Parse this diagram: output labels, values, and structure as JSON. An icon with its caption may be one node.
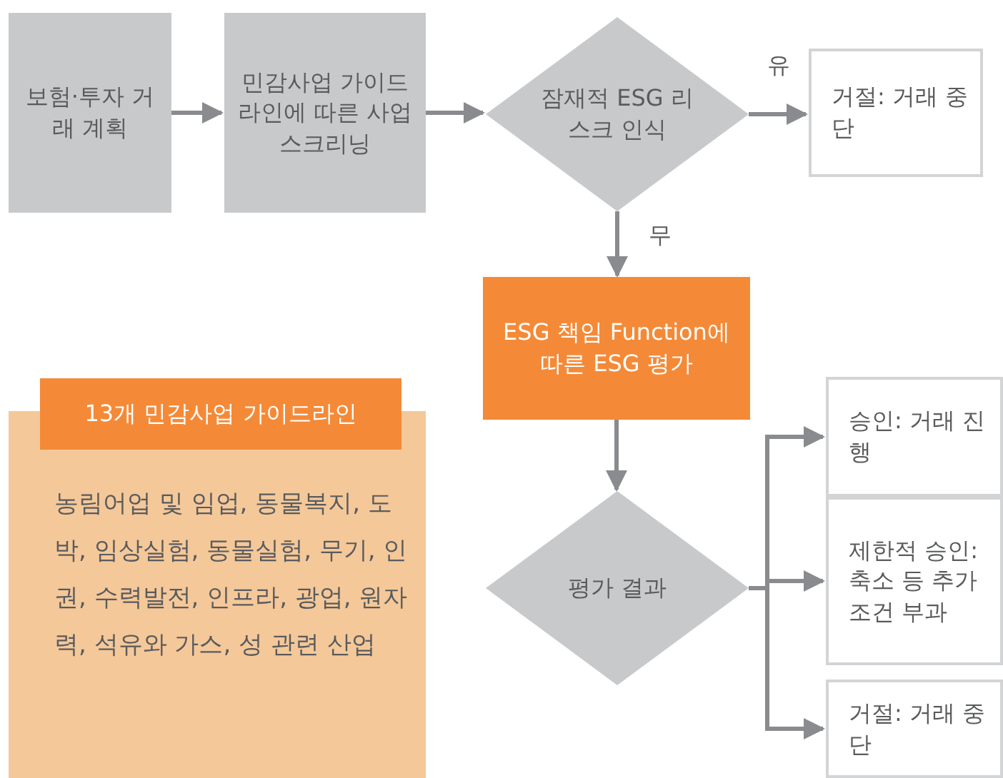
{
  "diagram": {
    "nodes": [
      {
        "text": [
          "보험·투자 거래 계획"
        ]
      },
      {
        "text": [
          "민감사업 가이드 라인에 따른 사업 스크리닝"
        ]
      },
      {
        "text": [
          "잠재적 ESG 리스크 인식"
        ]
      },
      {
        "text": [
          "거절: 거래 중단"
        ]
      },
      {
        "text": [
          "ESG 책임 Function에 따른 ESG 평가"
        ]
      },
      {
        "text": [
          "13개 민감사업 가이드라인",
          "농림어업 및 임업, 동물복지, 도박, 임상실험, 동물실험, 무기, 인권, 수력발전, 인프라, 광업, 원자력, 석유와 가스, 성 관련 산업"
        ]
      },
      {
        "text": [
          "평가 결과"
        ]
      },
      {
        "text": [
          "승인: 거래 진행"
        ]
      },
      {
        "text": [
          "제한적 승인: 축소 등 추가 조건 부과"
        ]
      },
      {
        "text": [
          "거절: 거래 중단"
        ]
      }
    ],
    "edges": [
      {
        "from": 0,
        "to": 1,
        "arrow": "to"
      },
      {
        "from": 1,
        "to": 2,
        "arrow": "to"
      },
      {
        "from": 2,
        "to": 3,
        "arrow": "to",
        "label": "유"
      },
      {
        "from": 2,
        "to": 4,
        "arrow": "to",
        "label": "무"
      },
      {
        "from": 4,
        "to": 6,
        "arrow": "to"
      },
      {
        "from": 6,
        "to": 7,
        "arrow": "to"
      },
      {
        "from": 6,
        "to": 8,
        "arrow": "to"
      },
      {
        "from": 6,
        "to": 9,
        "arrow": "to"
      }
    ]
  }
}
